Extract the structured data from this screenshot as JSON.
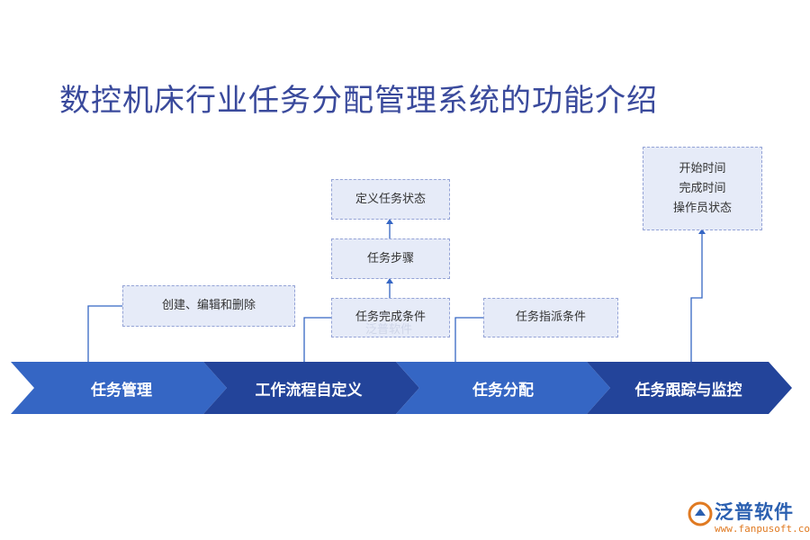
{
  "title": "数控机床行业任务分配管理系统的功能介绍",
  "stages": [
    {
      "label": "任务管理"
    },
    {
      "label": "工作流程自定义"
    },
    {
      "label": "任务分配"
    },
    {
      "label": "任务跟踪与监控"
    }
  ],
  "boxes": {
    "create": "创建、编辑和删除",
    "complete_cond": "任务完成条件",
    "steps": "任务步骤",
    "define_state": "定义任务状态",
    "assign_cond": "任务指派条件",
    "tracking": [
      "开始时间",
      "完成时间",
      "操作员状态"
    ]
  },
  "watermark": "泛普软件",
  "brand": {
    "name": "泛普软件",
    "url": "www.fanpusoft.com"
  },
  "colors": {
    "stage_light": "#3566c4",
    "stage_dark": "#23449a",
    "box_fill": "#e6ebf8",
    "title": "#3a4a9c"
  }
}
